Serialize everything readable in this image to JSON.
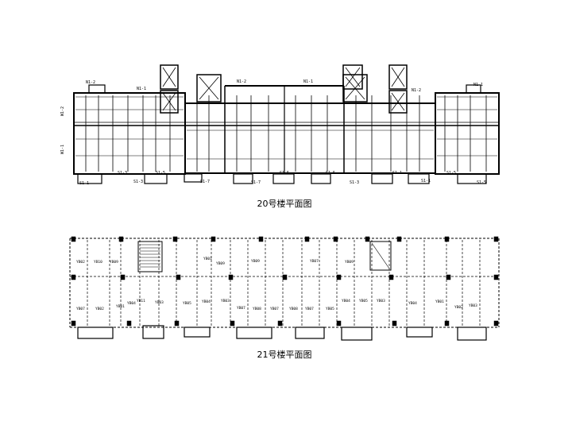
{
  "plans": [
    {
      "caption": "20号楼平面图",
      "labels": [
        "W1-2",
        "W1-1",
        "N1-2",
        "N1-1",
        "N1-2",
        "N1-1",
        "N1-2",
        "N1-1",
        "S1-1",
        "S1-3",
        "S1-3",
        "S1-5",
        "S1-7",
        "S1-7",
        "S1-5",
        "S1-3",
        "S1-1",
        "S1-1",
        "S1-5",
        "S1-5",
        "S1-5"
      ]
    },
    {
      "caption": "21号楼平面图",
      "labels": [
        "YB02",
        "YB10",
        "YB09",
        "YB11",
        "YB01",
        "YB09",
        "YB09",
        "YB07",
        "YB09",
        "YB07",
        "YB02",
        "YB01",
        "YB04",
        "YB03",
        "YB05",
        "YB04",
        "YB03",
        "YB07",
        "YB08",
        "YB07",
        "YB08",
        "YB07",
        "YB05",
        "YB04",
        "YB05",
        "YB03",
        "YB04",
        "YB01",
        "YB02",
        "YB03"
      ]
    }
  ]
}
